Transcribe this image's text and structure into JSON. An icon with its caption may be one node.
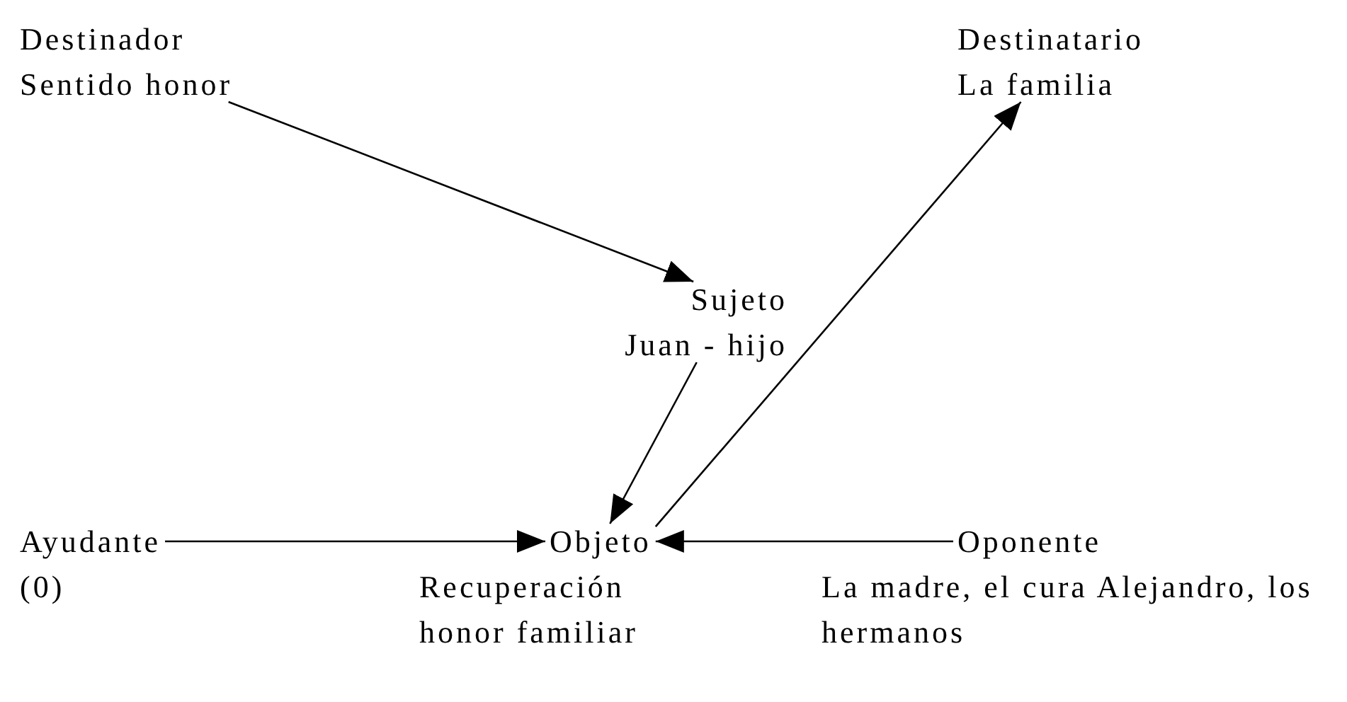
{
  "diagram": {
    "nodes": [
      {
        "text": [
          "Destinador",
          "Sentido honor"
        ]
      },
      {
        "text": [
          "Destinatario",
          "La familia"
        ]
      },
      {
        "text": [
          "Sujeto",
          "Juan - hijo"
        ]
      },
      {
        "text": [
          "Objeto",
          "Recuperación honor familiar"
        ]
      },
      {
        "text": [
          "Ayudante",
          "(0)"
        ]
      },
      {
        "text": [
          "Oponente",
          "La madre, el cura Alejandro, los hermanos"
        ]
      }
    ],
    "edges": [
      {
        "from": 0,
        "to": 2,
        "arrow": "to"
      },
      {
        "from": 2,
        "to": 3,
        "arrow": "to"
      },
      {
        "from": 3,
        "to": 1,
        "arrow": "to"
      },
      {
        "from": 4,
        "to": 3,
        "arrow": "to"
      },
      {
        "from": 5,
        "to": 3,
        "arrow": "to"
      }
    ]
  }
}
